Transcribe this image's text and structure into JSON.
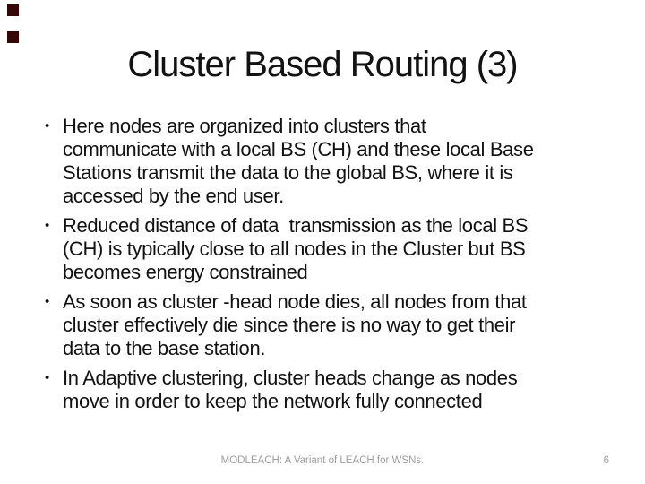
{
  "title": "Cluster Based Routing (3)",
  "bullet_char": "•",
  "bullets": [
    {
      "lines": [
        "Here nodes are organized into clusters that",
        "communicate with a local BS (CH) and these local Base",
        "Stations transmit the data to the global BS, where it is",
        "accessed by the end user."
      ]
    },
    {
      "lines": [
        "Reduced distance of data  transmission as the local BS",
        "(CH) is typically close to all nodes in the Cluster but BS",
        "becomes energy constrained"
      ]
    },
    {
      "lines": [
        "As soon as cluster -head node dies, all nodes from that",
        "cluster effectively die since there is no way to get their",
        "data to the base station."
      ]
    },
    {
      "lines": [
        "In Adaptive clustering, cluster heads change as nodes",
        "move in order to keep the network fully connected"
      ]
    }
  ],
  "footer": {
    "text": "MODLEACH: A Variant of LEACH for WSNs.",
    "page_number": "6"
  },
  "colors": {
    "background": "#ffffff",
    "body_text": "#121212",
    "footer_text": "#9e9e9e",
    "decor_square": "#350707"
  }
}
